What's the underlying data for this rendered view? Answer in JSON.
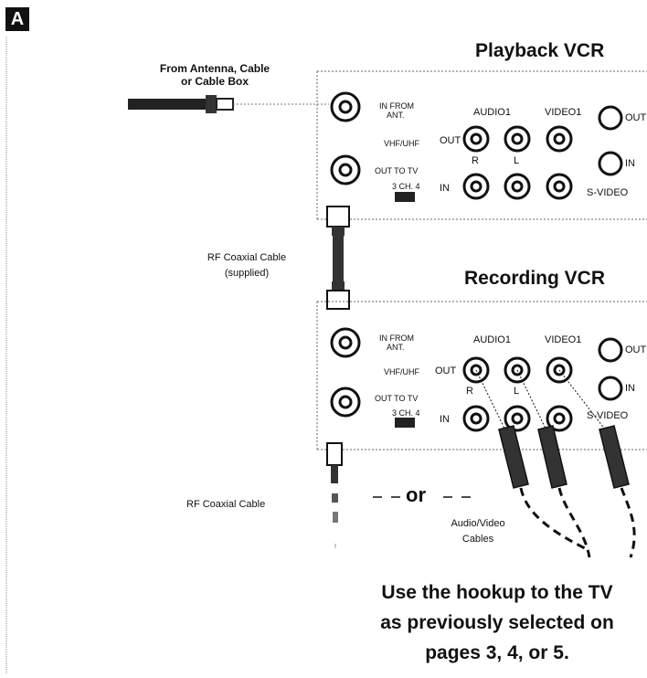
{
  "badge": "A",
  "source": {
    "line1": "From Antenna, Cable",
    "line2": "or Cable Box"
  },
  "playback_vcr": {
    "title": "Playback VCR",
    "in_from_ant_1": "IN FROM",
    "in_from_ant_2": "ANT.",
    "vhf_uhf": "VHF/UHF",
    "out_to_tv": "OUT TO TV",
    "ch_selector": "3 CH. 4",
    "audio1": "AUDIO1",
    "video1": "VIDEO1",
    "out": "OUT",
    "in": "IN",
    "r": "R",
    "l": "L",
    "s_video": "S-VIDEO",
    "out_right": "OUT",
    "in_right": "IN"
  },
  "rf_cable_1": {
    "line1": "RF Coaxial Cable",
    "line2": "(supplied)"
  },
  "recording_vcr": {
    "title": "Recording VCR",
    "in_from_ant_1": "IN FROM",
    "in_from_ant_2": "ANT.",
    "vhf_uhf": "VHF/UHF",
    "out_to_tv": "OUT TO TV",
    "ch_selector": "3 CH. 4",
    "audio1": "AUDIO1",
    "video1": "VIDEO1",
    "out": "OUT",
    "in": "IN",
    "r": "R",
    "l": "L",
    "s_video": "S-VIDEO",
    "out_right": "OUT",
    "in_right": "IN"
  },
  "or_label": "or",
  "rf_cable_2": "RF Coaxial Cable",
  "av_cables": {
    "line1": "Audio/Video",
    "line2": "Cables"
  },
  "instruction": {
    "line1": "Use the hookup to the TV",
    "line2": "as previously selected on",
    "line3": "pages 3, 4, or 5."
  }
}
